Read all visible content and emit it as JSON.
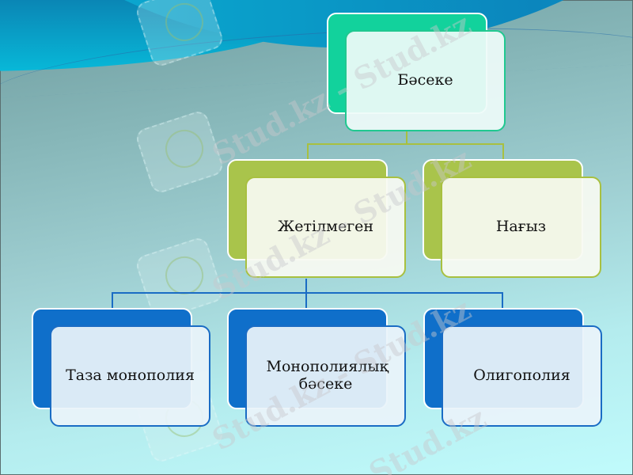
{
  "slide": {
    "watermark_text": "Stud.kz",
    "watermark_text_long": "Stud.kz - Stud.kz"
  },
  "diagram": {
    "type": "hierarchy",
    "root": {
      "label": "Бәсеке",
      "color": "#12d29c",
      "children": [
        {
          "label": "Жетілмеген",
          "color": "#a9c44b",
          "children": [
            {
              "label": "Таза монополия",
              "color": "#0f6fca"
            },
            {
              "label": "Монополиялық бәсеке",
              "color": "#0f6fca"
            },
            {
              "label": "Олигополия",
              "color": "#0f6fca"
            }
          ]
        },
        {
          "label": "Нағыз",
          "color": "#a9c44b"
        }
      ]
    },
    "connector_colors": {
      "level1": "#a8c040",
      "level2": "#1a6cc4"
    }
  }
}
